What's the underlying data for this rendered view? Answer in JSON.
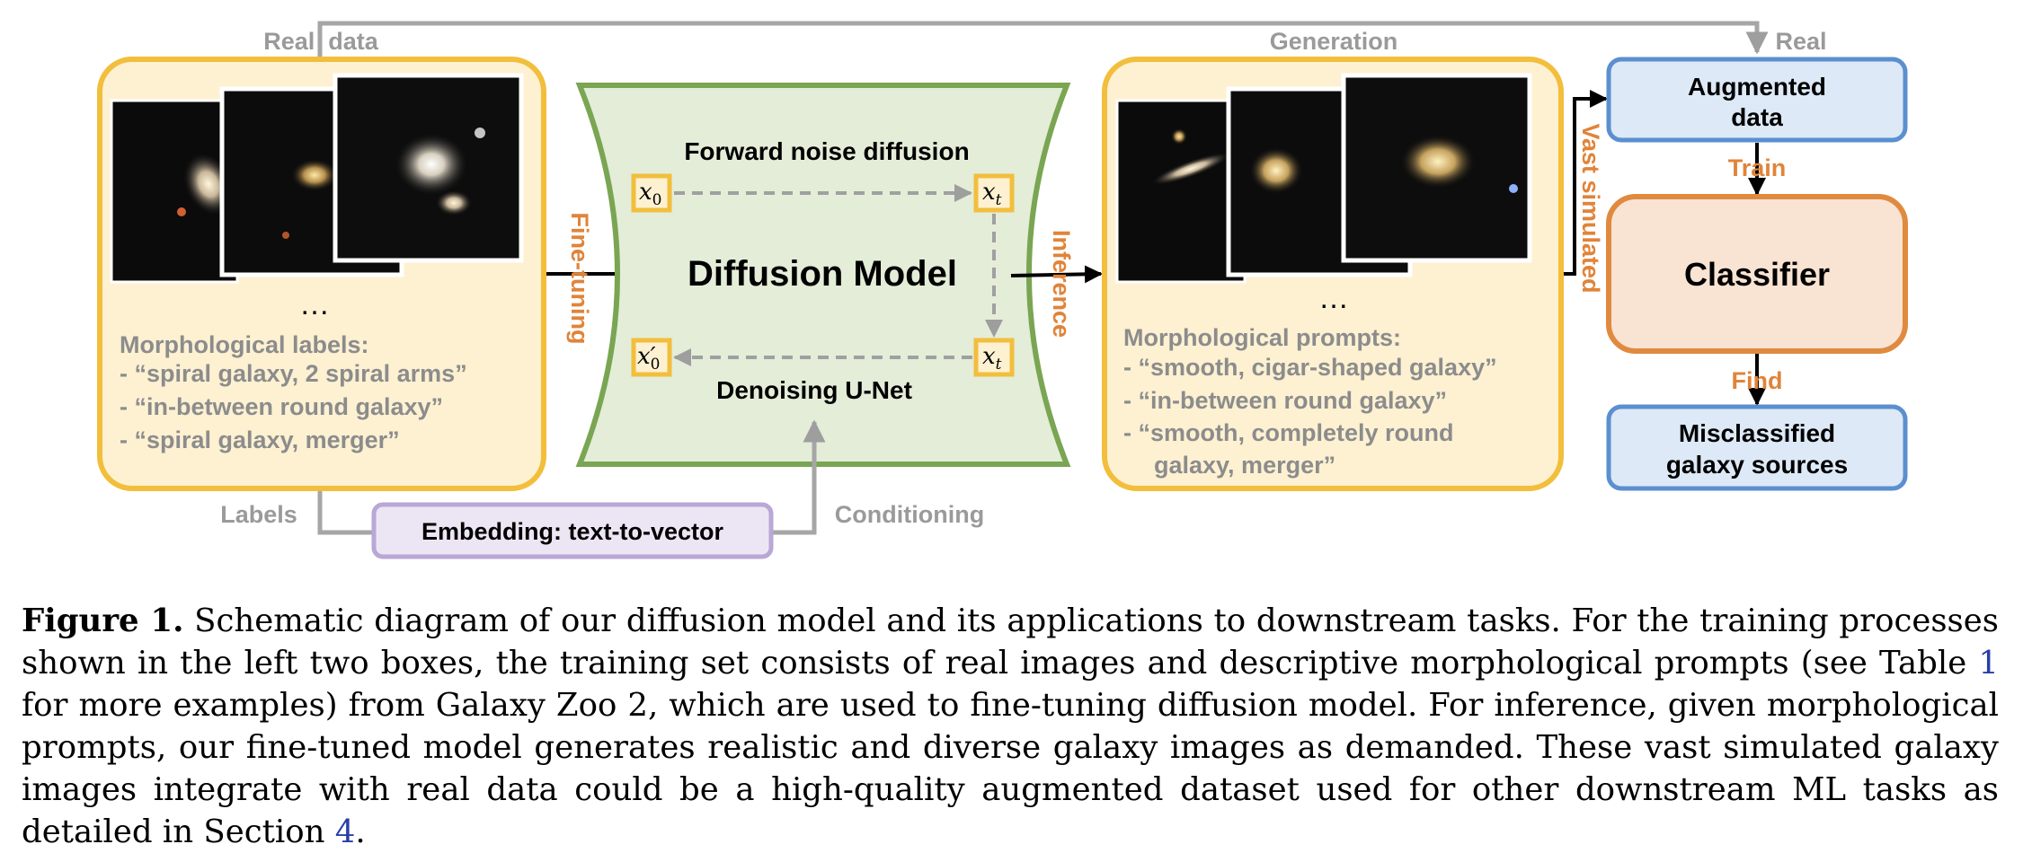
{
  "diagram": {
    "top_labels": {
      "real_data": "Real  data",
      "generation": "Generation",
      "real": "Real"
    },
    "left_box": {
      "ellipsis": "…",
      "heading": "Morphological labels:",
      "items": [
        "- “spiral galaxy, 2 spiral arms”",
        "- “in-between round galaxy”",
        "- “spiral galaxy, merger”"
      ]
    },
    "fine_tuning": "Fine-tuning",
    "inference": "Inference",
    "model": {
      "title": "Diffusion Model",
      "forward": "Forward noise diffusion",
      "denoising": "Denoising U-Net",
      "x0": "x",
      "x0_sub": "0",
      "xt": "x",
      "xt_sub": "t",
      "x0prime": "x′",
      "x0prime_sub": "0"
    },
    "bottom": {
      "labels": "Labels",
      "embedding": "Embedding: text-to-vector",
      "conditioning": "Conditioning"
    },
    "right_box": {
      "ellipsis": "…",
      "heading": "Morphological prompts:",
      "items": [
        "- “smooth, cigar-shaped galaxy”",
        "- “in-between round galaxy”",
        "- “smooth, completely round",
        "galaxy, merger”"
      ]
    },
    "vast_simulated": "Vast simulated",
    "augmented": {
      "line1": "Augmented",
      "line2": "data"
    },
    "train": "Train",
    "classifier": "Classifier",
    "find": "Find",
    "misclassified": {
      "line1": "Misclassified",
      "line2": "galaxy sources"
    },
    "colors": {
      "yellow_border": "#f2be3c",
      "yellow_fill": "#fdf1d2",
      "green_border": "#7aa552",
      "green_fill": "#e3edd8",
      "blue_border": "#5b8fcf",
      "blue_fill": "#dde9f6",
      "orange_border": "#e08a40",
      "orange_fill": "#f9e3d3",
      "purple_border": "#b9a7d6",
      "purple_fill": "#ece6f4",
      "orange_text": "#e0843a",
      "gray": "#a0a0a0"
    }
  },
  "caption": {
    "label": "Figure 1.",
    "part1": " Schematic diagram of our diffusion model and its applications to downstream tasks. For the training processes shown in the left two boxes, the training set consists of real images and descriptive morphological prompts (see Table ",
    "ref1": "1",
    "part2": " for more examples) from Galaxy Zoo 2, which are used to fine-tuning diffusion model. For inference, given morphological prompts, our fine-tuned model generates realistic and diverse galaxy images as demanded. These vast simulated galaxy images integrate with real data could be a high-quality augmented dataset used for other downstream ML tasks as detailed in Section ",
    "ref2": "4",
    "part3": "."
  }
}
